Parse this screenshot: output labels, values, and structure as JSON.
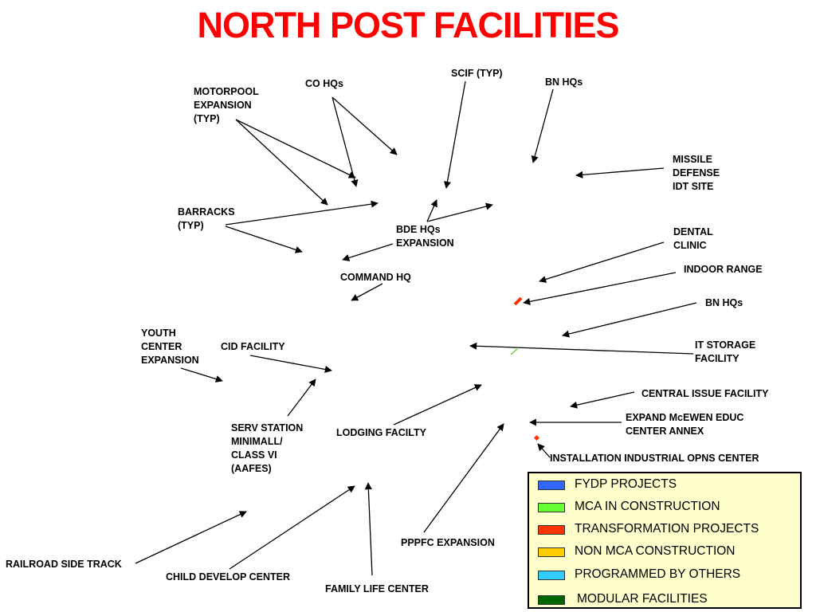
{
  "title": "NORTH POST FACILITIES",
  "labels": {
    "scif": "SCIF (TYP)",
    "bn_hqs_top": "BN HQs",
    "co_hqs": "CO HQs",
    "motorpool": "MOTORPOOL\nEXPANSION\n(TYP)",
    "missile": "MISSILE\nDEFENSE\nIDT SITE",
    "barracks": "BARRACKS\n(TYP)",
    "bde_hqs": "BDE HQs\nEXPANSION",
    "dental": "DENTAL\nCLINIC",
    "indoor_range": "INDOOR RANGE",
    "command_hq": "COMMAND HQ",
    "bn_hqs_mid": "BN HQs",
    "youth": "YOUTH\nCENTER\nEXPANSION",
    "cid": "CID FACILITY",
    "it_storage": "IT STORAGE\nFACILITY",
    "central_issue": "CENTRAL ISSUE FACILITY",
    "expand_mcewen": "EXPAND McEWEN EDUC\nCENTER ANNEX",
    "serv_station": "SERV STATION\nMINIMALL/\nCLASS VI\n(AAFES)",
    "lodging": "LODGING FACILTY",
    "installation": "INSTALLATION INDUSTRIAL OPNS CENTER",
    "pppfc": "PPPFC EXPANSION",
    "railroad": "RAILROAD SIDE TRACK",
    "child": "CHILD DEVELOP CENTER",
    "family": "FAMILY LIFE CENTER"
  },
  "legend": [
    {
      "label": "FYDP PROJECTS",
      "color": "#3366ff"
    },
    {
      "label": "MCA IN CONSTRUCTION",
      "color": "#66ff33"
    },
    {
      "label": "TRANSFORMATION PROJECTS",
      "color": "#ff3300"
    },
    {
      "label": "NON MCA CONSTRUCTION",
      "color": "#ffcc00"
    },
    {
      "label": "PROGRAMMED BY OTHERS",
      "color": "#33ccff"
    },
    {
      "label": "MODULAR FACILITIES",
      "color": "#006600"
    }
  ],
  "colors": {
    "title": "#ff0000",
    "transformation_marker": "#ff3300",
    "mca_marker": "#66cc33"
  }
}
